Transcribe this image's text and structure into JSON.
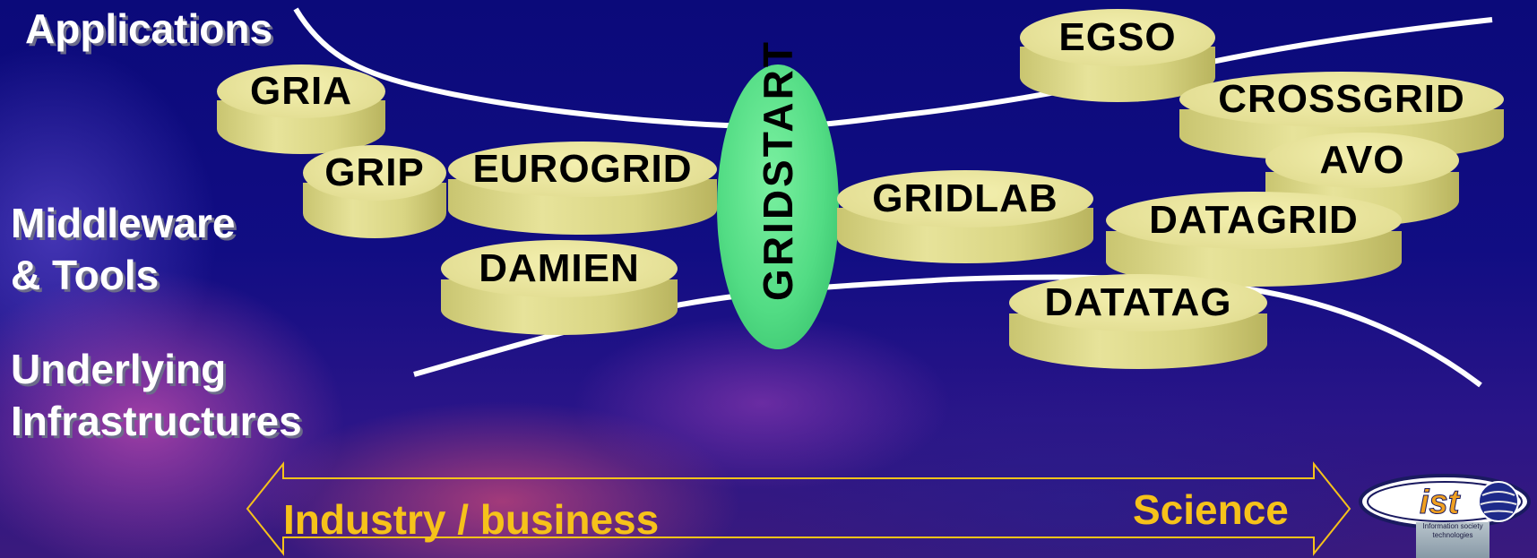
{
  "layers": {
    "applications": "Applications",
    "middleware_line1": "Middleware",
    "middleware_line2": "& Tools",
    "infra_line1": "Underlying",
    "infra_line2": "Infrastructures"
  },
  "projects": {
    "gria": "GRIA",
    "grip": "GRIP",
    "eurogrid": "EUROGRID",
    "damien": "DAMIEN",
    "gridlab": "GRIDLAB",
    "egso": "EGSO",
    "crossgrid": "CROSSGRID",
    "avo": "AVO",
    "datagrid": "DATAGRID",
    "datatag": "DATATAG"
  },
  "center": "GRIDSTART",
  "axis": {
    "left": "Industry / business",
    "right": "Science"
  },
  "logo": {
    "text": "ist",
    "badge": "Information society technologies"
  },
  "colors": {
    "disc": "#e4df95",
    "gridstart": "#52dc84",
    "arrow": "#f6c21a",
    "background": "#0e0a78"
  }
}
